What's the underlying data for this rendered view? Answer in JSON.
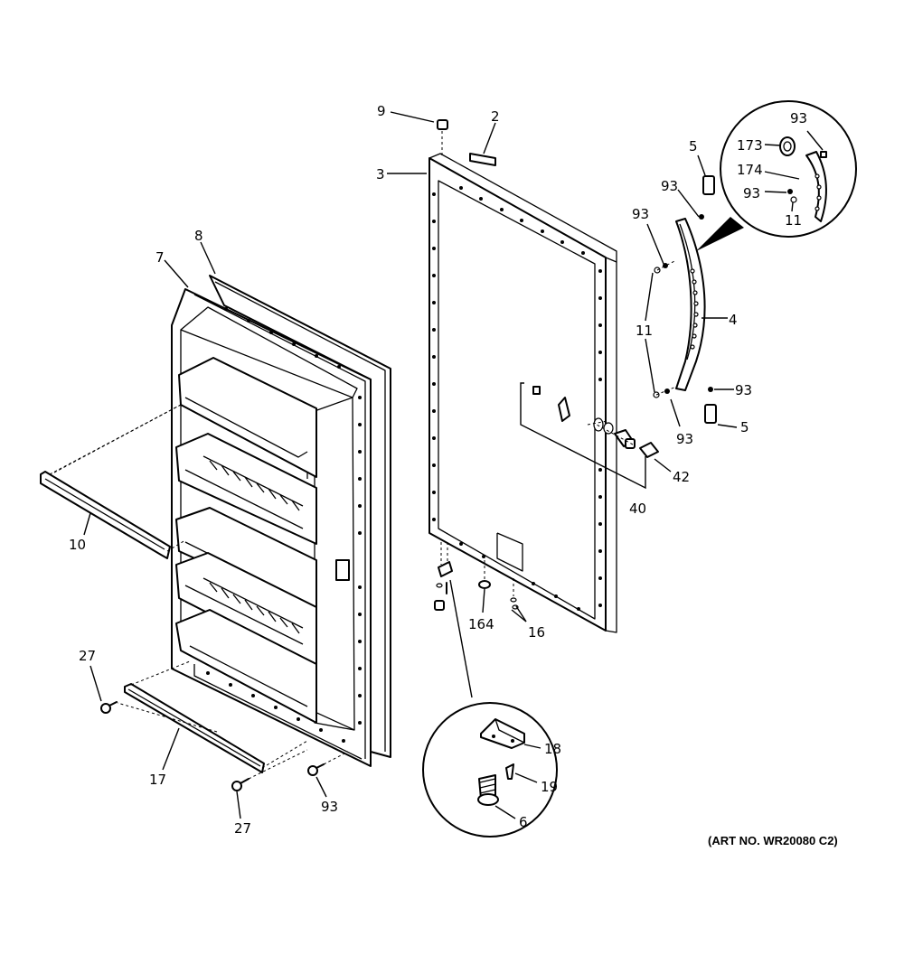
{
  "callouts": {
    "c2": "2",
    "c3": "3",
    "c4": "4",
    "c5a": "5",
    "c5b": "5",
    "c6": "6",
    "c7": "7",
    "c8": "8",
    "c9": "9",
    "c10": "10",
    "c11a": "11",
    "c11b": "11",
    "c16": "16",
    "c17": "17",
    "c18": "18",
    "c19": "19",
    "c27a": "27",
    "c27b": "27",
    "c40": "40",
    "c42": "42",
    "c93a": "93",
    "c93b": "93",
    "c93c": "93",
    "c93d": "93",
    "c93e": "93",
    "c93f": "93",
    "c93g": "93",
    "c164": "164",
    "c173": "173",
    "c174": "174"
  },
  "art_number": "(ART NO. WR20080 C2)"
}
